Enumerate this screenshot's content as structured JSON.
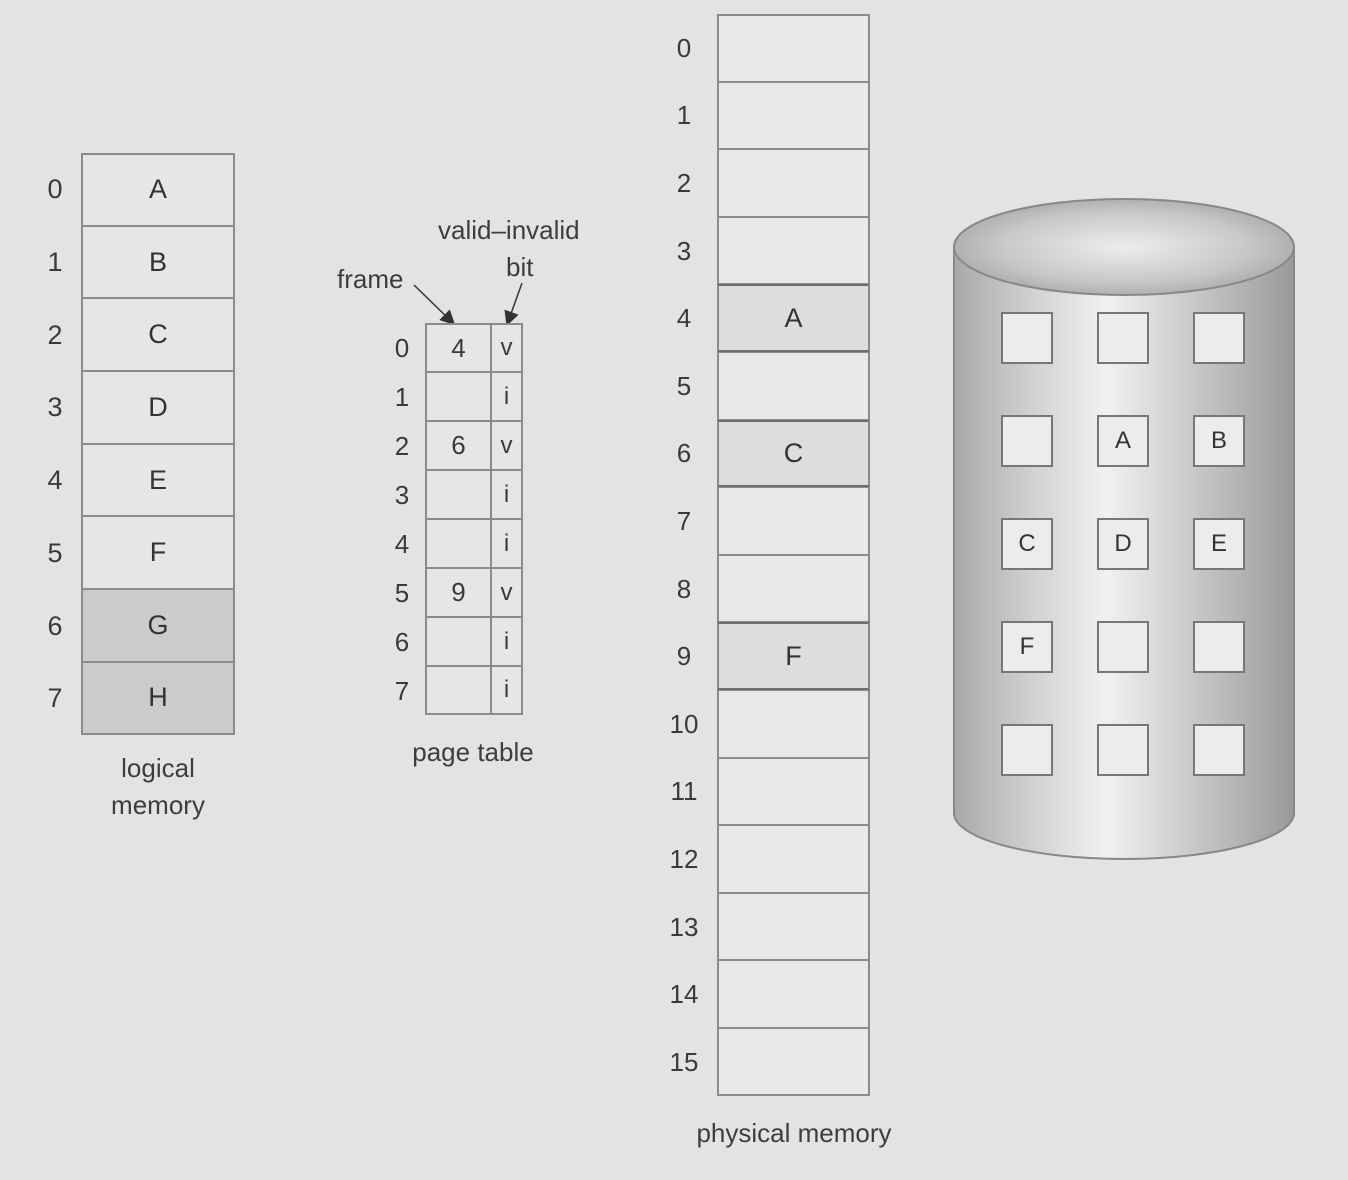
{
  "logical_memory": {
    "indices": [
      "0",
      "1",
      "2",
      "3",
      "4",
      "5",
      "6",
      "7"
    ],
    "pages": [
      "A",
      "B",
      "C",
      "D",
      "E",
      "F",
      "G",
      "H"
    ],
    "caption_line1": "logical",
    "caption_line2": "memory"
  },
  "page_table": {
    "frame_label": "frame",
    "bit_label_line1": "valid–invalid",
    "bit_label_line2": "bit",
    "indices": [
      "0",
      "1",
      "2",
      "3",
      "4",
      "5",
      "6",
      "7"
    ],
    "rows": [
      {
        "frame": "4",
        "bit": "v"
      },
      {
        "frame": "",
        "bit": "i"
      },
      {
        "frame": "6",
        "bit": "v"
      },
      {
        "frame": "",
        "bit": "i"
      },
      {
        "frame": "",
        "bit": "i"
      },
      {
        "frame": "9",
        "bit": "v"
      },
      {
        "frame": "",
        "bit": "i"
      },
      {
        "frame": "",
        "bit": "i"
      }
    ],
    "caption": "page table"
  },
  "physical_memory": {
    "indices": [
      "0",
      "1",
      "2",
      "3",
      "4",
      "5",
      "6",
      "7",
      "8",
      "9",
      "10",
      "11",
      "12",
      "13",
      "14",
      "15"
    ],
    "frames": [
      "",
      "",
      "",
      "",
      "A",
      "",
      "C",
      "",
      "",
      "F",
      "",
      "",
      "",
      "",
      "",
      ""
    ],
    "caption": "physical memory"
  },
  "disk": {
    "slots": [
      "",
      "",
      "",
      "",
      "A",
      "B",
      "C",
      "D",
      "E",
      "F",
      "",
      "",
      "",
      "",
      ""
    ]
  }
}
